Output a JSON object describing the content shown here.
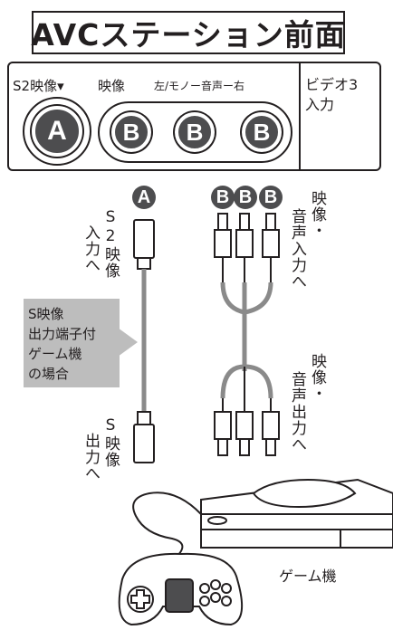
{
  "title": "AVCステーション前面",
  "panel": {
    "s2_label": "S2映像▾",
    "video_label": "映像",
    "audio_label": "左/モノー音声ー右",
    "input_label_line1": "ビデオ3",
    "input_label_line2": "入力",
    "jacks": [
      "A",
      "B",
      "B",
      "B"
    ]
  },
  "cable_s_video": {
    "badge": "A",
    "top_label_col1": "S2映像",
    "top_label_col2": "入力へ",
    "bottom_label_col1": "S映像",
    "bottom_label_col2": "出力へ"
  },
  "cable_av": {
    "badges": [
      "B",
      "B",
      "B"
    ],
    "top_label_col1": "映像・",
    "top_label_col2": "音声入力へ",
    "bottom_label_col1": "映像・",
    "bottom_label_col2": "音声出力へ"
  },
  "note": [
    "S映像",
    "出力端子付",
    "ゲーム機",
    "の場合"
  ],
  "console_label": "ゲーム機"
}
